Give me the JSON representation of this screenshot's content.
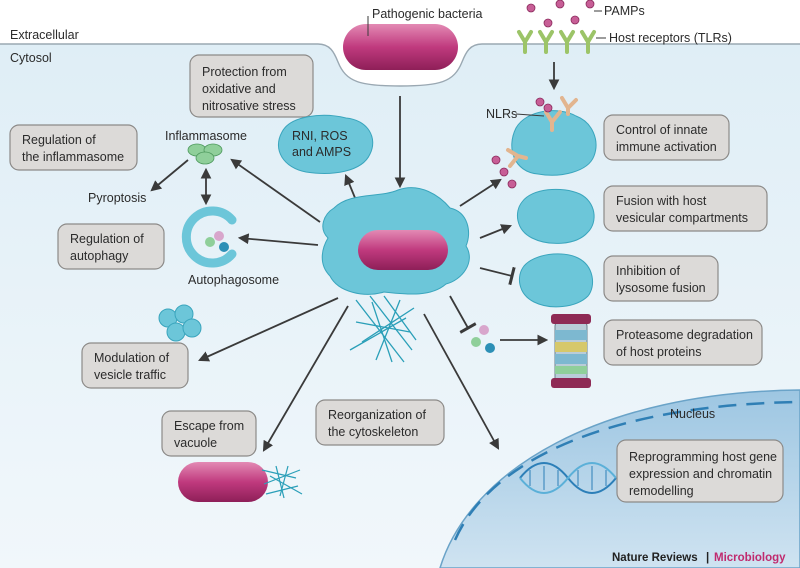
{
  "regions": {
    "extracellular": "Extracellular",
    "cytosol": "Cytosol",
    "nucleus": "Nucleus"
  },
  "labels": {
    "pathogenic_bacteria": "Pathogenic bacteria",
    "pamps": "PAMPs",
    "host_receptors": "Host receptors (TLRs)",
    "nlrs": "NLRs",
    "inflammasome": "Inflammasome",
    "pyroptosis": "Pyroptosis",
    "autophagosome": "Autophagosome"
  },
  "boxes": {
    "oxidative_stress": [
      "Protection from",
      "oxidative and",
      "nitrosative stress"
    ],
    "rni_ros": [
      "RNI, ROS",
      "and AMPS"
    ],
    "regulation_inflammasome": [
      "Regulation of",
      "the inflammasome"
    ],
    "regulation_autophagy": [
      "Regulation of",
      "autophagy"
    ],
    "innate_activation": [
      "Control of innate",
      "immune activation"
    ],
    "vesicular_fusion": [
      "Fusion with host",
      "vesicular compartments"
    ],
    "lysosome_fusion": [
      "Inhibition of",
      "lysosome fusion"
    ],
    "proteasome": [
      "Proteasome degradation",
      "of host proteins"
    ],
    "vesicle_traffic": [
      "Modulation of",
      "vesicle traffic"
    ],
    "escape_vacuole": [
      "Escape from",
      "vacuole"
    ],
    "cytoskeleton": [
      "Reorganization of",
      "the cytoskeleton"
    ],
    "reprogramming": [
      "Reprogramming host gene",
      "expression and chromatin",
      "remodelling"
    ]
  },
  "footer": {
    "publisher": "Nature Reviews",
    "separator": "|",
    "journal": "Microbiology"
  },
  "colors": {
    "cytosol_fill": "#e4f1f8",
    "cell_fill": "#6cc6d9",
    "bacteria_fill": "#c03a7e",
    "box_fill": "#dcdad8",
    "nucleus_fill": "#a9cde6",
    "journal_accent": "#c02a6f"
  }
}
